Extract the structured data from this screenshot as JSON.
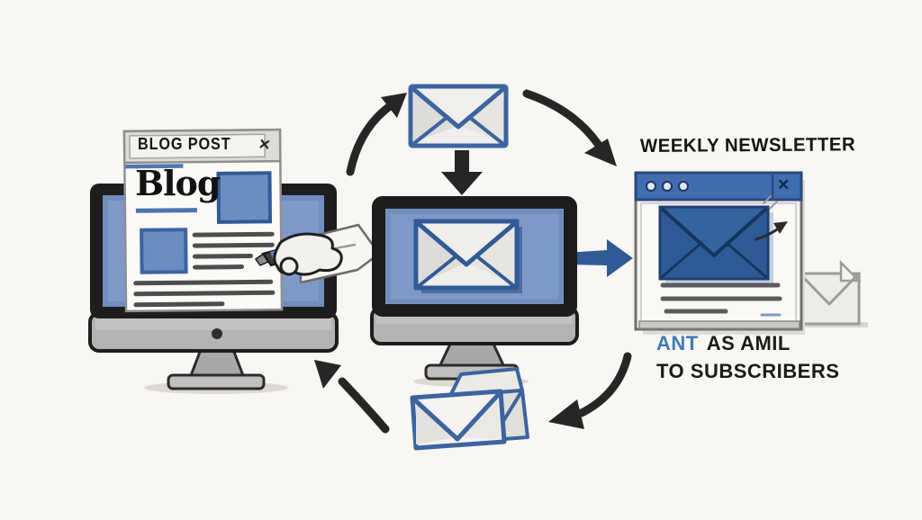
{
  "palette": {
    "background": "#f8f7f3",
    "ink_black": "#262626",
    "sketch_blue": "#7d99c7",
    "outline_blue": "#3a64a3",
    "deep_blue": "#2e5b97",
    "accent_blue": "#3b7bc4",
    "titlebar_blue": "#3f6db0",
    "grey": "#9a9a9a"
  },
  "blog_window": {
    "titlebar": "BLOG POST",
    "close_glyph": "✕",
    "heading": "Blog"
  },
  "newsletter_window": {
    "close_glyph": "✕"
  },
  "labels": {
    "newsletter_heading": "WEEKLY NEWSLETTER",
    "caption_accent": "ANT",
    "caption_rest": "AS AMIL",
    "caption_line2": "TO SUBSCRIBERS"
  }
}
